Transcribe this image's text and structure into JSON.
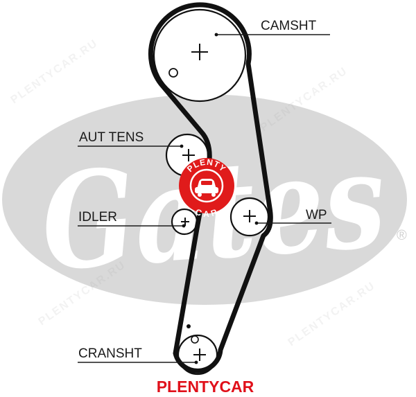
{
  "labels": {
    "camshaft": "CAMSHT",
    "tensioner": "AUT TENS",
    "idler": "IDLER",
    "water_pump": "WP",
    "crankshaft": "CRANSHT"
  },
  "watermark": {
    "brand_logo": "Gates",
    "registered_mark": "®",
    "stamp_top": "PLENTY",
    "stamp_bottom": "CAR",
    "tile": "PLENTYCAR.RU",
    "caption": "PLENTYCAR"
  },
  "colors": {
    "belt": "#111111",
    "logo_gray": "#d9d9d9",
    "stamp_red": "#e01b1b",
    "caption_red": "#e0101a"
  }
}
